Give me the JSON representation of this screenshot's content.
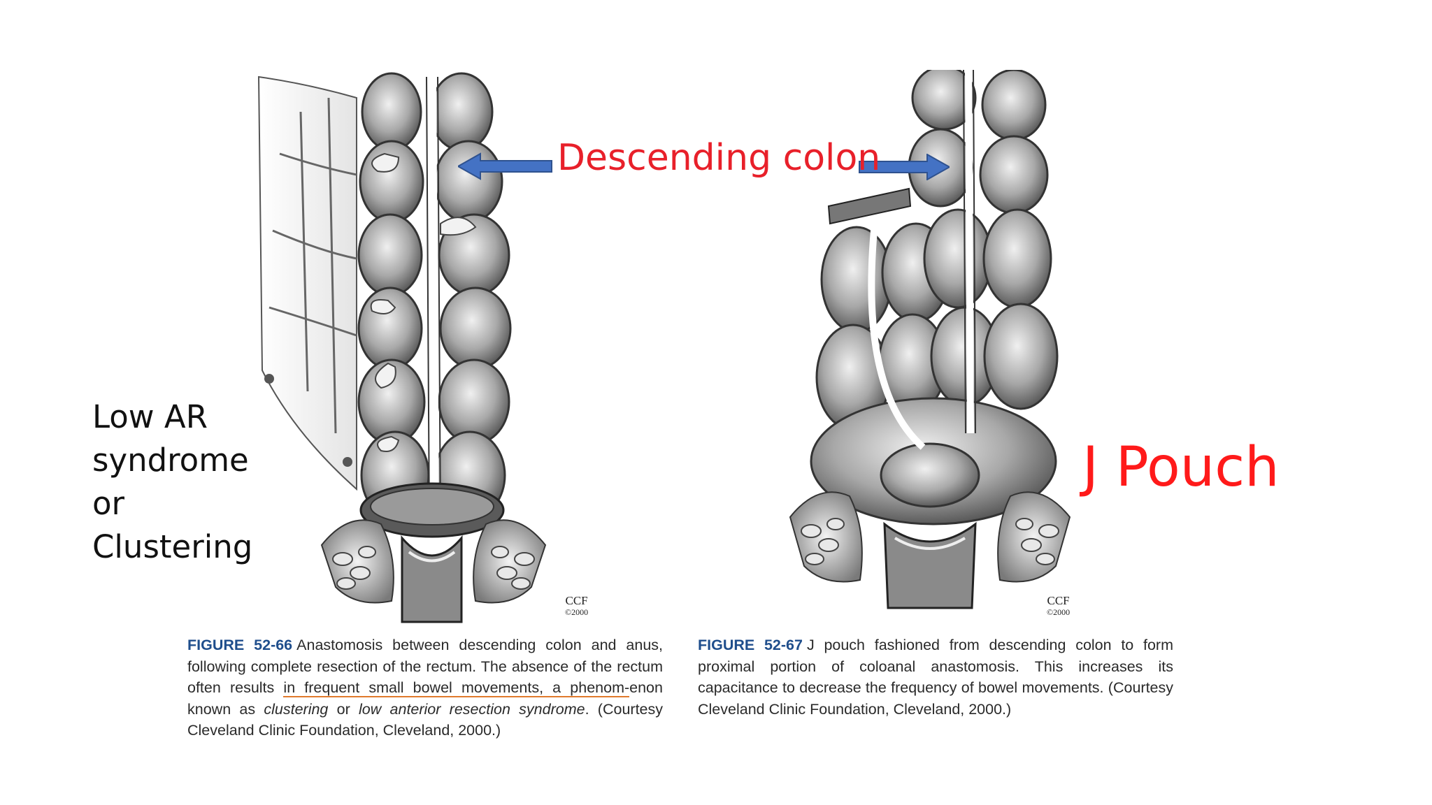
{
  "labels": {
    "descending": "Descending colon",
    "left_lines": [
      "Low AR",
      "syndrome",
      "or",
      "Clustering"
    ],
    "right": "J Pouch"
  },
  "figure_left": {
    "number": "FIGURE 52-66",
    "text_1": "Anastomosis between descending colon and anus, following complete resection of the rectum. The absence of the rectum often results ",
    "underlined": "in frequent small bowel movements, a phenom-",
    "text_2": "enon known as ",
    "italic_1": "clustering",
    "text_3": " or ",
    "italic_2": "low anterior resection syndrome",
    "text_4": ". (Courtesy Cleveland Clinic Foundation, Cleveland, 2000.)",
    "credit": "CCF",
    "credit_year": "©2000"
  },
  "figure_right": {
    "number": "FIGURE 52-67",
    "text": "J pouch fashioned from descending colon to form proximal portion of coloanal anastomosis. This increases its capacitance to decrease the frequency of bowel movements. (Courtesy Cleveland Clinic Foundation, Cleveland, 2000.)",
    "credit": "CCF",
    "credit_year": "©2000"
  },
  "colors": {
    "arrow": "#4472c4",
    "descending_label": "#e8202a",
    "j_pouch_label": "#ff1a1a",
    "figure_number": "#1f4e8c",
    "underline": "#e07a2c"
  }
}
